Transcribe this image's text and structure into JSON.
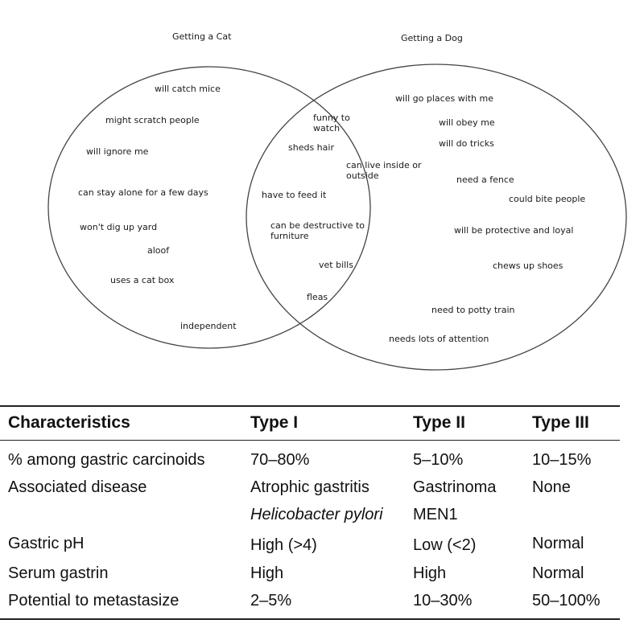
{
  "venn": {
    "cat_title": "Getting a Cat",
    "dog_title": "Getting a Dog",
    "cat_only": [
      "will catch mice",
      "might scratch people",
      "will ignore me",
      "can stay alone for a few days",
      "won't dig up yard",
      "aloof",
      "uses a cat box",
      "independent"
    ],
    "both": [
      "funny to watch",
      "sheds hair",
      "can live inside or outside",
      "have to feed it",
      "can be destructive to furniture",
      "vet bills",
      "fleas"
    ],
    "dog_only": [
      "will go places with me",
      "will obey me",
      "will do tricks",
      "need a fence",
      "could bite people",
      "will be protective and loyal",
      "chews up shoes",
      "need to potty train",
      "needs lots of attention"
    ]
  },
  "table": {
    "headers": [
      "Characteristics",
      "Type I",
      "Type II",
      "Type III"
    ],
    "rows": [
      [
        "% among gastric carcinoids",
        "70–80%",
        "5–10%",
        "10–15%"
      ],
      [
        "Associated disease",
        "Atrophic gastritis",
        "Gastrinoma",
        "None"
      ],
      [
        "",
        "Helicobacter pylori",
        "MEN1",
        ""
      ],
      [
        "Gastric pH",
        "High (>4)",
        "Low (<2)",
        "Normal"
      ],
      [
        "Serum gastrin",
        "High",
        "High",
        "Normal"
      ],
      [
        "Potential to metastasize",
        "2–5%",
        "10–30%",
        "50–100%"
      ]
    ]
  }
}
